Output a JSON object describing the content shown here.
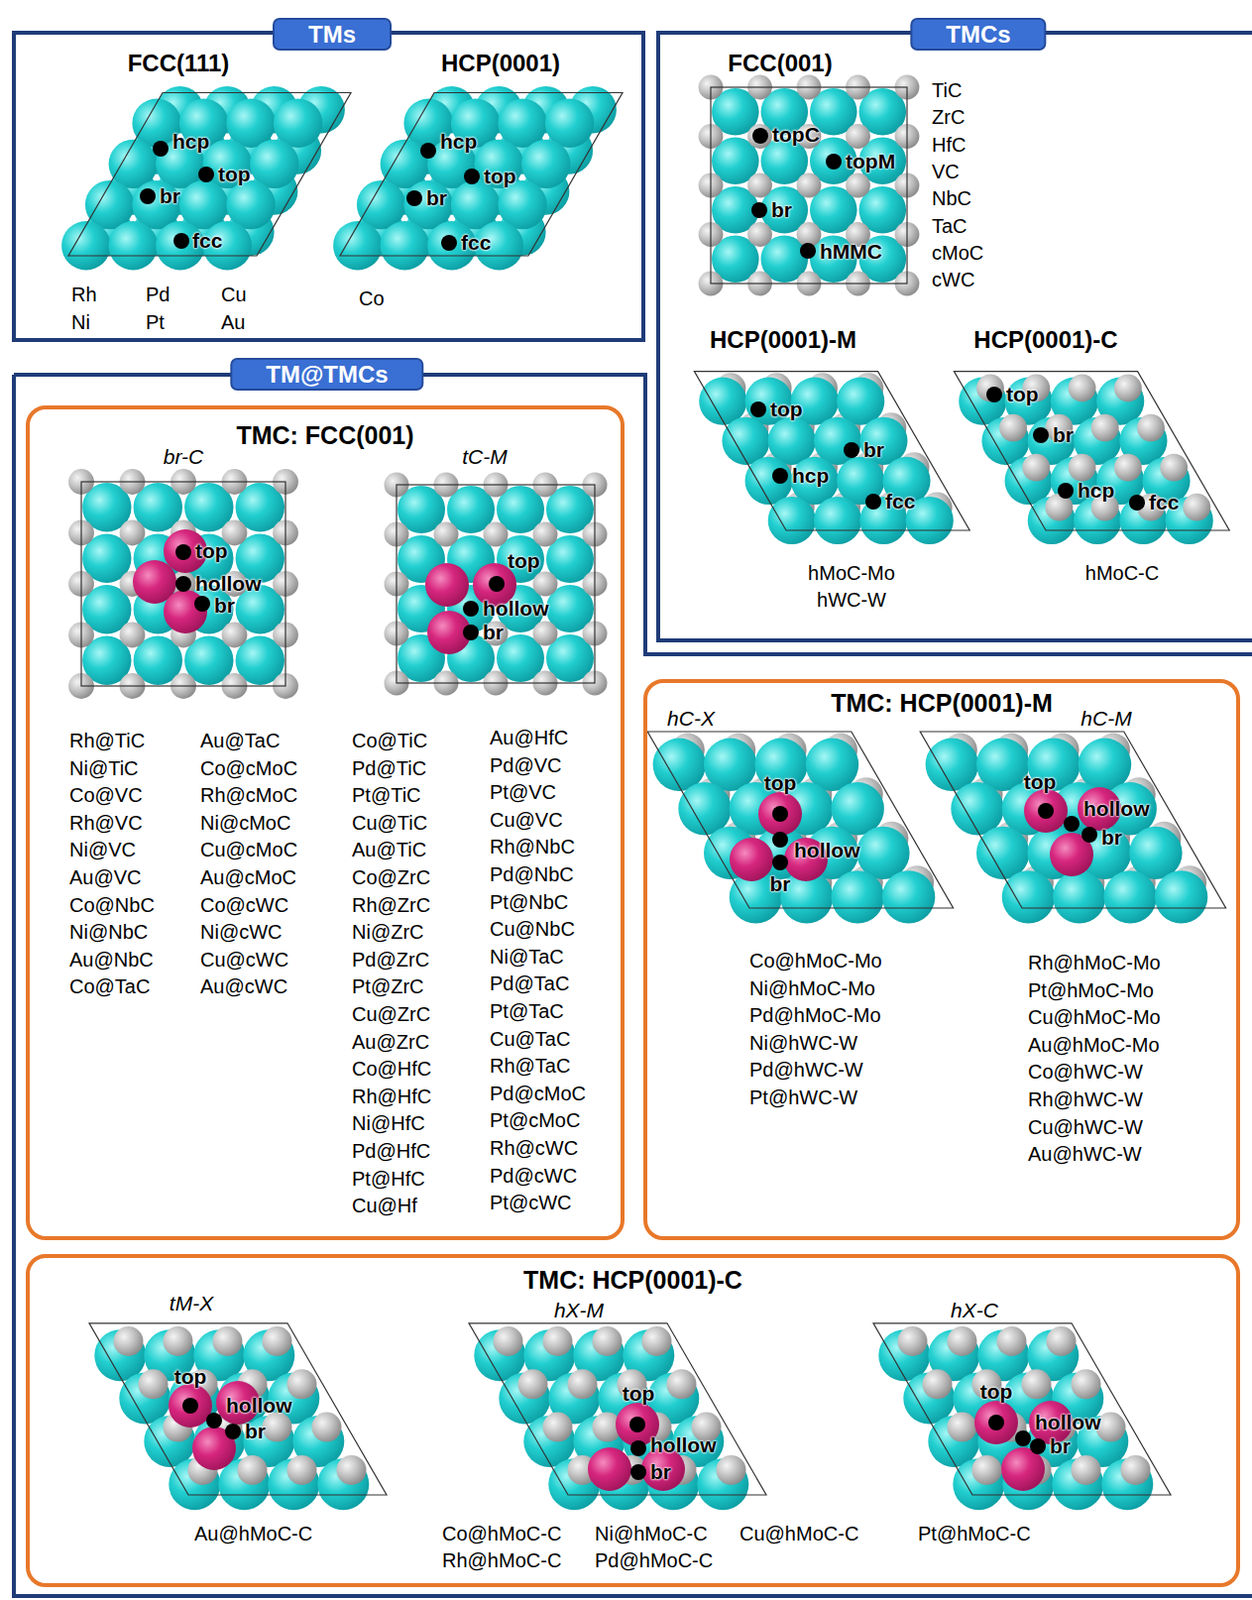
{
  "diagram": {
    "nodes": [
      {
        "text": [
          "TMs"
        ]
      },
      {
        "text": [
          "TMCs"
        ]
      },
      {
        "text": [
          "TM@TMCs"
        ]
      },
      {
        "text": [
          "TMC: FCC(001)"
        ],
        "in": 2
      },
      {
        "text": [
          "TMC: HCP(0001)-M"
        ],
        "in": 2
      },
      {
        "text": [
          "TMC: HCP(0001)-C"
        ],
        "in": 2
      }
    ],
    "labels": [
      "FCC(111)",
      "HCP(0001)",
      "hcp",
      "top",
      "br",
      "fcc",
      "hcp",
      "top",
      "br",
      "fcc",
      "Rh",
      "Pd",
      "Cu",
      "Co",
      "Ni",
      "Pt",
      "Au",
      "FCC(001)",
      "topC",
      "topM",
      "br",
      "hMMC",
      "TiC",
      "ZrC",
      "HfC",
      "VC",
      "NbC",
      "TaC",
      "cMoC",
      "cWC",
      "HCP(0001)-M",
      "HCP(0001)-C",
      "top",
      "br",
      "hcp",
      "fcc",
      "hMoC-Mo",
      "hWC-W",
      "top",
      "br",
      "hcp",
      "fcc",
      "hMoC-C",
      "br-C",
      "tC-M",
      "top",
      "hollow",
      "br",
      "top",
      "hollow",
      "br",
      "Rh@TiC",
      "Ni@TiC",
      "Co@VC",
      "Rh@VC",
      "Ni@VC",
      "Au@VC",
      "Co@NbC",
      "Ni@NbC",
      "Au@NbC",
      "Co@TaC",
      "Au@TaC",
      "Co@cMoC",
      "Rh@cMoC",
      "Ni@cMoC",
      "Cu@cMoC",
      "Au@cMoC",
      "Co@cWC",
      "Ni@cWC",
      "Cu@cWC",
      "Au@cWC",
      "Co@TiC",
      "Pd@TiC",
      "Pt@TiC",
      "Cu@TiC",
      "Au@TiC",
      "Co@ZrC",
      "Rh@ZrC",
      "Ni@ZrC",
      "Pd@ZrC",
      "Pt@ZrC",
      "Cu@ZrC",
      "Au@ZrC",
      "Co@HfC",
      "Rh@HfC",
      "Ni@HfC",
      "Pd@HfC",
      "Pt@HfC",
      "Cu@Hf",
      "Au@HfC",
      "Pd@VC",
      "Pt@VC",
      "Cu@VC",
      "Rh@NbC",
      "Pd@NbC",
      "Pt@NbC",
      "Cu@NbC",
      "Ni@TaC",
      "Pd@TaC",
      "Pt@TaC",
      "Cu@TaC",
      "Rh@TaC",
      "Pd@cMoC",
      "Pt@cMoC",
      "Rh@cWC",
      "Pd@cWC",
      "Pt@cWC",
      "hC-X",
      "hC-M",
      "top",
      "hollow",
      "br",
      "top",
      "hollow",
      "br",
      "Co@hMoC-Mo",
      "Ni@hMoC-Mo",
      "Pd@hMoC-Mo",
      "Ni@hWC-W",
      "Pd@hWC-W",
      "Pt@hWC-W",
      "Rh@hMoC-Mo",
      "Pt@hMoC-Mo",
      "Cu@hMoC-Mo",
      "Au@hMoC-Mo",
      "Co@hWC-W",
      "Rh@hWC-W",
      "Cu@hWC-W",
      "Au@hWC-W",
      "tM-X",
      "hX-M",
      "hX-C",
      "top",
      "hollow",
      "br",
      "top",
      "hollow",
      "br",
      "top",
      "hollow",
      "br",
      "Au@hMoC-C",
      "Co@hMoC-C",
      "Ni@hMoC-C",
      "Cu@hMoC-C",
      "Rh@hMoC-C",
      "Pd@hMoC-C",
      "Pt@hMoC-C"
    ]
  }
}
